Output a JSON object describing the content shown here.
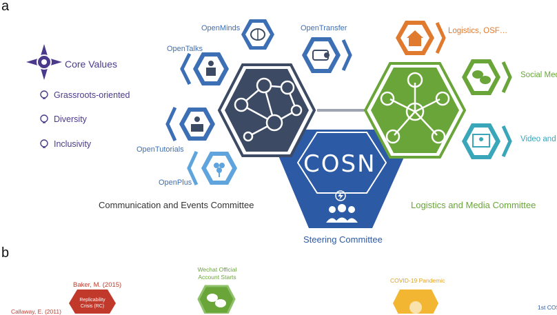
{
  "panel_a": {
    "label": "a",
    "core_values": {
      "title": "Core Values",
      "items": [
        "Grassroots-oriented",
        "Diversity",
        "Inclusivity"
      ]
    },
    "left_services": [
      "OpenMinds",
      "OpenTransfer",
      "OpenTalks",
      "OpenTutorials",
      "OpenPlus"
    ],
    "right_services": [
      "Logistics, OSF…",
      "Social Media",
      "Video and R"
    ],
    "center_logo": "COSN",
    "committees": {
      "left": "Communication and Events Committee",
      "right": "Logistics and Media Committee",
      "center": "Steering Committee"
    }
  },
  "panel_b": {
    "label": "b",
    "events": [
      {
        "title": "Callaway, E. (2011)"
      },
      {
        "title": "Baker, M. (2015)",
        "badge": "Replicability Crisis (RC)"
      },
      {
        "title": "Wechat Official Account Starts"
      },
      {
        "title": "COVID-19 Pandemic"
      },
      {
        "title": "1st COS"
      }
    ]
  },
  "colors": {
    "purple": "#4b3a8c",
    "blue": "#3d6fb5",
    "dark_navy": "#3c4a63",
    "steering_blue": "#2d5aa5",
    "green": "#6aa53a",
    "orange": "#e07a2f",
    "teal": "#39a6ba",
    "red": "#c0392b",
    "yellow": "#f2b632"
  },
  "icons": [
    "compass-star-icon",
    "lightbulb-icon",
    "brain-icon",
    "certificate-icon",
    "teacher-icon",
    "laptop-person-icon",
    "clover-icon",
    "network-icon",
    "house-wifi-icon",
    "wechat-icon",
    "video-call-icon",
    "lightning-icon",
    "team-icon",
    "virus-icon"
  ]
}
